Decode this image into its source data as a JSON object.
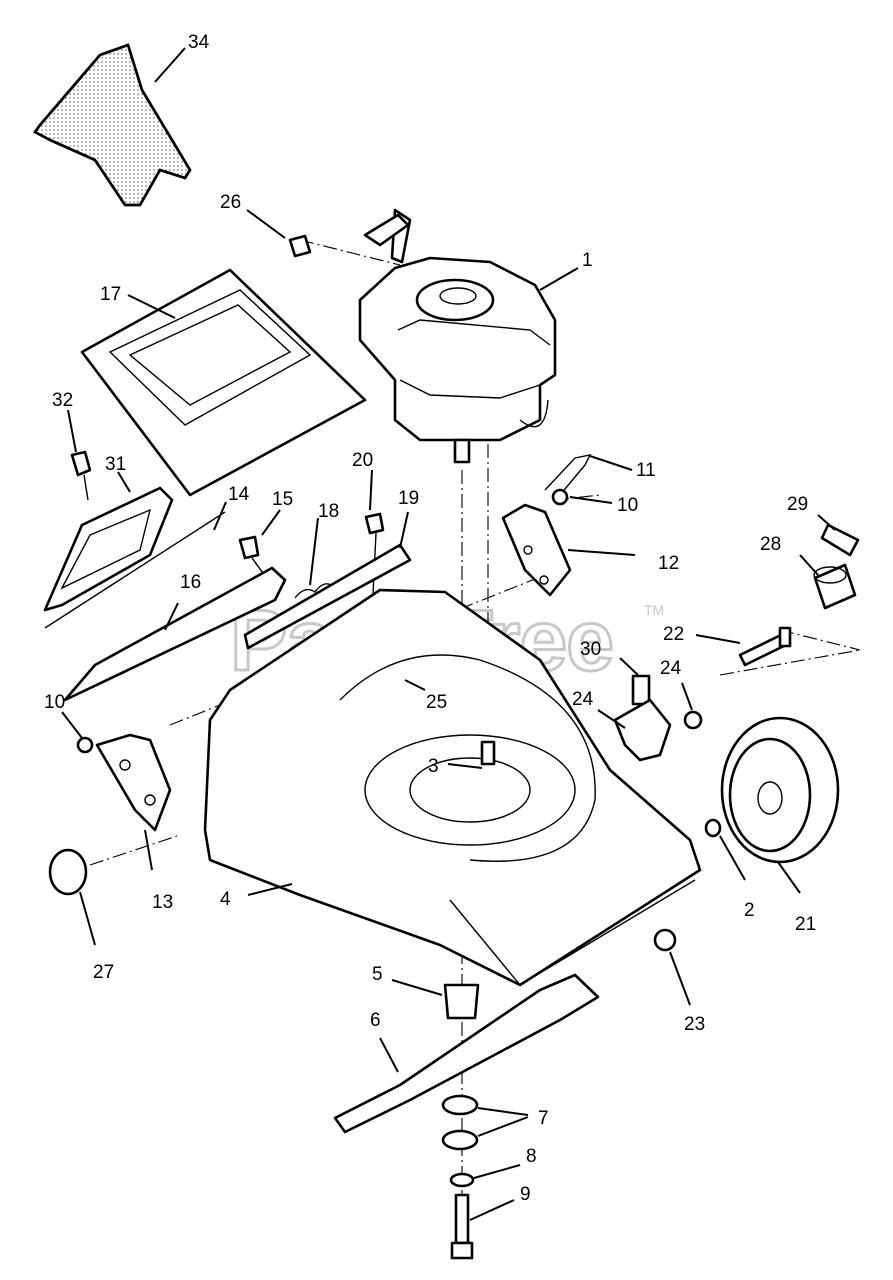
{
  "watermark": {
    "brand": "PartsTree",
    "trademark": "TM"
  },
  "callouts": [
    {
      "id": "c34",
      "text": "34"
    },
    {
      "id": "c26",
      "text": "26"
    },
    {
      "id": "c1",
      "text": "1"
    },
    {
      "id": "c17",
      "text": "17"
    },
    {
      "id": "c32",
      "text": "32"
    },
    {
      "id": "c31",
      "text": "31"
    },
    {
      "id": "c14",
      "text": "14"
    },
    {
      "id": "c15",
      "text": "15"
    },
    {
      "id": "c18",
      "text": "18"
    },
    {
      "id": "c20",
      "text": "20"
    },
    {
      "id": "c19",
      "text": "19"
    },
    {
      "id": "c11",
      "text": "11"
    },
    {
      "id": "c10a",
      "text": "10"
    },
    {
      "id": "c12",
      "text": "12"
    },
    {
      "id": "c29",
      "text": "29"
    },
    {
      "id": "c28",
      "text": "28"
    },
    {
      "id": "c16",
      "text": "16"
    },
    {
      "id": "c22",
      "text": "22"
    },
    {
      "id": "c30",
      "text": "30"
    },
    {
      "id": "c24a",
      "text": "24"
    },
    {
      "id": "c24b",
      "text": "24"
    },
    {
      "id": "c25",
      "text": "25"
    },
    {
      "id": "c10b",
      "text": "10"
    },
    {
      "id": "c3",
      "text": "3"
    },
    {
      "id": "c13",
      "text": "13"
    },
    {
      "id": "c4",
      "text": "4"
    },
    {
      "id": "c2",
      "text": "2"
    },
    {
      "id": "c21",
      "text": "21"
    },
    {
      "id": "c27",
      "text": "27"
    },
    {
      "id": "c23",
      "text": "23"
    },
    {
      "id": "c5",
      "text": "5"
    },
    {
      "id": "c6",
      "text": "6"
    },
    {
      "id": "c7",
      "text": "7"
    },
    {
      "id": "c8",
      "text": "8"
    },
    {
      "id": "c9",
      "text": "9"
    }
  ]
}
